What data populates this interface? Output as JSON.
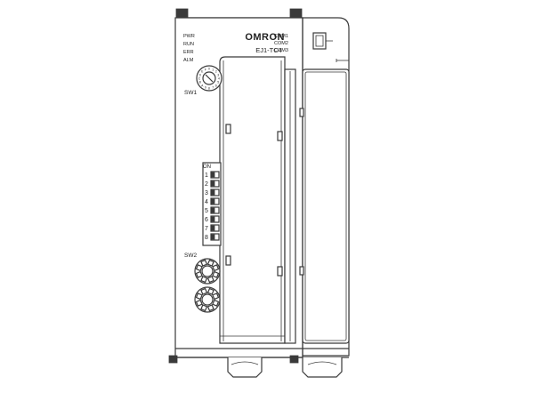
{
  "device": {
    "brand": "OMRON",
    "model": "EJ1-TC4"
  },
  "indicators": [
    "PWR",
    "RUN",
    "ERR",
    "ALM"
  ],
  "comm_ports": [
    "COM1",
    "COM2",
    "COM3"
  ],
  "sw1": {
    "label": "SW1",
    "dial_digits": "0123456789ABCDEF"
  },
  "dip_switch": {
    "on_label": "ON",
    "positions": [
      "1",
      "2",
      "3",
      "4",
      "5",
      "6",
      "7",
      "8"
    ]
  },
  "sw2": {
    "label": "SW2"
  },
  "colors": {
    "line": "#3a3a3a",
    "background": "#ffffff"
  }
}
